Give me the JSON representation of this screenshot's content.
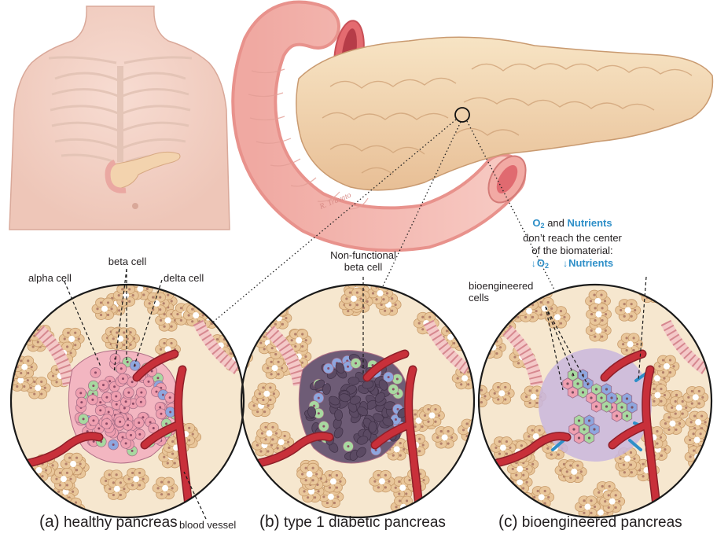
{
  "labels": {
    "beta_cell": "beta cell",
    "alpha_cell": "alpha cell",
    "delta_cell": "delta cell",
    "nonfunctional_line1": "Non-functional",
    "nonfunctional_line2": "beta cell",
    "bioengineered_line1": "bioengineered",
    "bioengineered_line2": "cells",
    "blood_vessel": "blood vessel",
    "signature": "R. Travato"
  },
  "note": {
    "o2": "O",
    "o2_sub": "2",
    "and": "and",
    "nutrients": "Nutrients",
    "line2": "don’t reach the center",
    "line3": "of the biomaterial:",
    "low_o2": "O",
    "low_o2_sub": "2",
    "low_nutrients": "Nutrients"
  },
  "captions": {
    "a_tag": "(a)",
    "a_text": "healthy pancreas",
    "b_tag": "(b)",
    "b_text": "type 1 diabetic pancreas",
    "c_tag": "(c)",
    "c_text": "bioengineered pancreas"
  },
  "colors": {
    "tissue": "#f6e7cf",
    "acinar": "#e9c69a",
    "acinar_stroke": "#c79a6a",
    "beta": "#ef9fb0",
    "alpha": "#a8d8a0",
    "delta": "#8ea6de",
    "dark_beta": "#5b4a63",
    "vessel": "#c8303a",
    "scaffold": "#c9b6dd",
    "accent": "#2e8fc8"
  }
}
